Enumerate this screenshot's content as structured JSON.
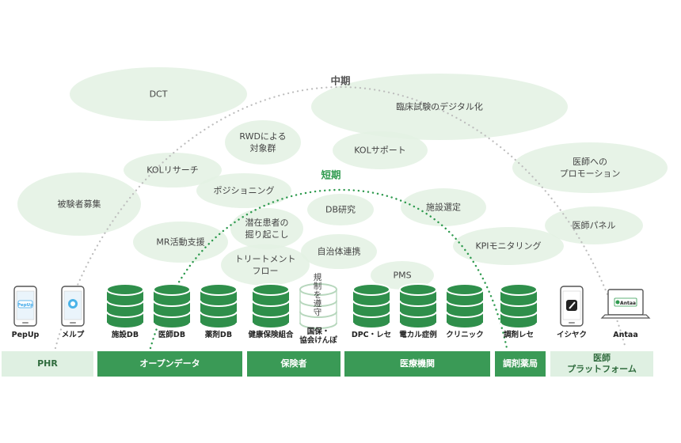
{
  "arcs": {
    "mid_title": "中期",
    "short_title": "短期"
  },
  "bubbles": [
    {
      "id": "dct",
      "text": "DCT"
    },
    {
      "id": "rinsho",
      "text": "臨床試験のデジタル化"
    },
    {
      "id": "rwd",
      "text": "RWDによる\n対象群"
    },
    {
      "id": "kol_support",
      "text": "KOLサポート"
    },
    {
      "id": "kol_research",
      "text": "KOLリサーチ"
    },
    {
      "id": "promotion",
      "text": "医師への\nプロモーション"
    },
    {
      "id": "hikensha",
      "text": "被験者募集"
    },
    {
      "id": "positioning",
      "text": "ポジショニング"
    },
    {
      "id": "db_kenkyu",
      "text": "DB研究"
    },
    {
      "id": "shisetsu",
      "text": "施設選定"
    },
    {
      "id": "panel",
      "text": "医師パネル"
    },
    {
      "id": "senzai",
      "text": "潜在患者の\n掘り起こし"
    },
    {
      "id": "mr",
      "text": "MR活動支援"
    },
    {
      "id": "jichitai",
      "text": "自治体連携"
    },
    {
      "id": "kpi",
      "text": "KPIモニタリング"
    },
    {
      "id": "treatment",
      "text": "トリートメント\nフロー"
    },
    {
      "id": "pms",
      "text": "PMS"
    }
  ],
  "regulation_text": [
    "規",
    "制",
    "を",
    "遵",
    "守"
  ],
  "icons": [
    {
      "id": "pepup",
      "label": "PepUp",
      "kind": "phone",
      "logo": "PepUp"
    },
    {
      "id": "merupu",
      "label": "メルプ",
      "kind": "phone"
    },
    {
      "id": "shisetsu_db",
      "label": "施設DB",
      "kind": "db"
    },
    {
      "id": "ishi_db",
      "label": "医師DB",
      "kind": "db"
    },
    {
      "id": "yakuzai_db",
      "label": "薬剤DB",
      "kind": "db"
    },
    {
      "id": "kenpo",
      "label": "健康保険組合",
      "kind": "db"
    },
    {
      "id": "kokuho",
      "label": "国保・\n協会けんぽ",
      "kind": "db-outline"
    },
    {
      "id": "dpc",
      "label": "DPC・レセ",
      "kind": "db"
    },
    {
      "id": "denkaru",
      "label": "電カル症例",
      "kind": "db"
    },
    {
      "id": "clinic",
      "label": "クリニック",
      "kind": "db"
    },
    {
      "id": "chozai",
      "label": "調剤レセ",
      "kind": "db"
    },
    {
      "id": "ishiyaku",
      "label": "イシヤク",
      "kind": "phone"
    },
    {
      "id": "antaa",
      "label": "Antaa",
      "kind": "laptop",
      "logo": "Antaa"
    }
  ],
  "categories": [
    {
      "id": "phr",
      "label": "PHR",
      "style": "light"
    },
    {
      "id": "open",
      "label": "オープンデータ",
      "style": "dark"
    },
    {
      "id": "hokensha",
      "label": "保険者",
      "style": "dark"
    },
    {
      "id": "iryo",
      "label": "医療機関",
      "style": "dark"
    },
    {
      "id": "chozai_kyoku",
      "label": "調剤薬局",
      "style": "dark"
    },
    {
      "id": "platform",
      "label": "医師\nプラットフォーム",
      "style": "light"
    }
  ],
  "colors": {
    "bubble": "#e3f1e3",
    "db_dark": "#2f8f4b",
    "db_light": "#cfe6d3",
    "short_arc": "#2e9a4e",
    "mid_arc": "#bdbdbd"
  }
}
